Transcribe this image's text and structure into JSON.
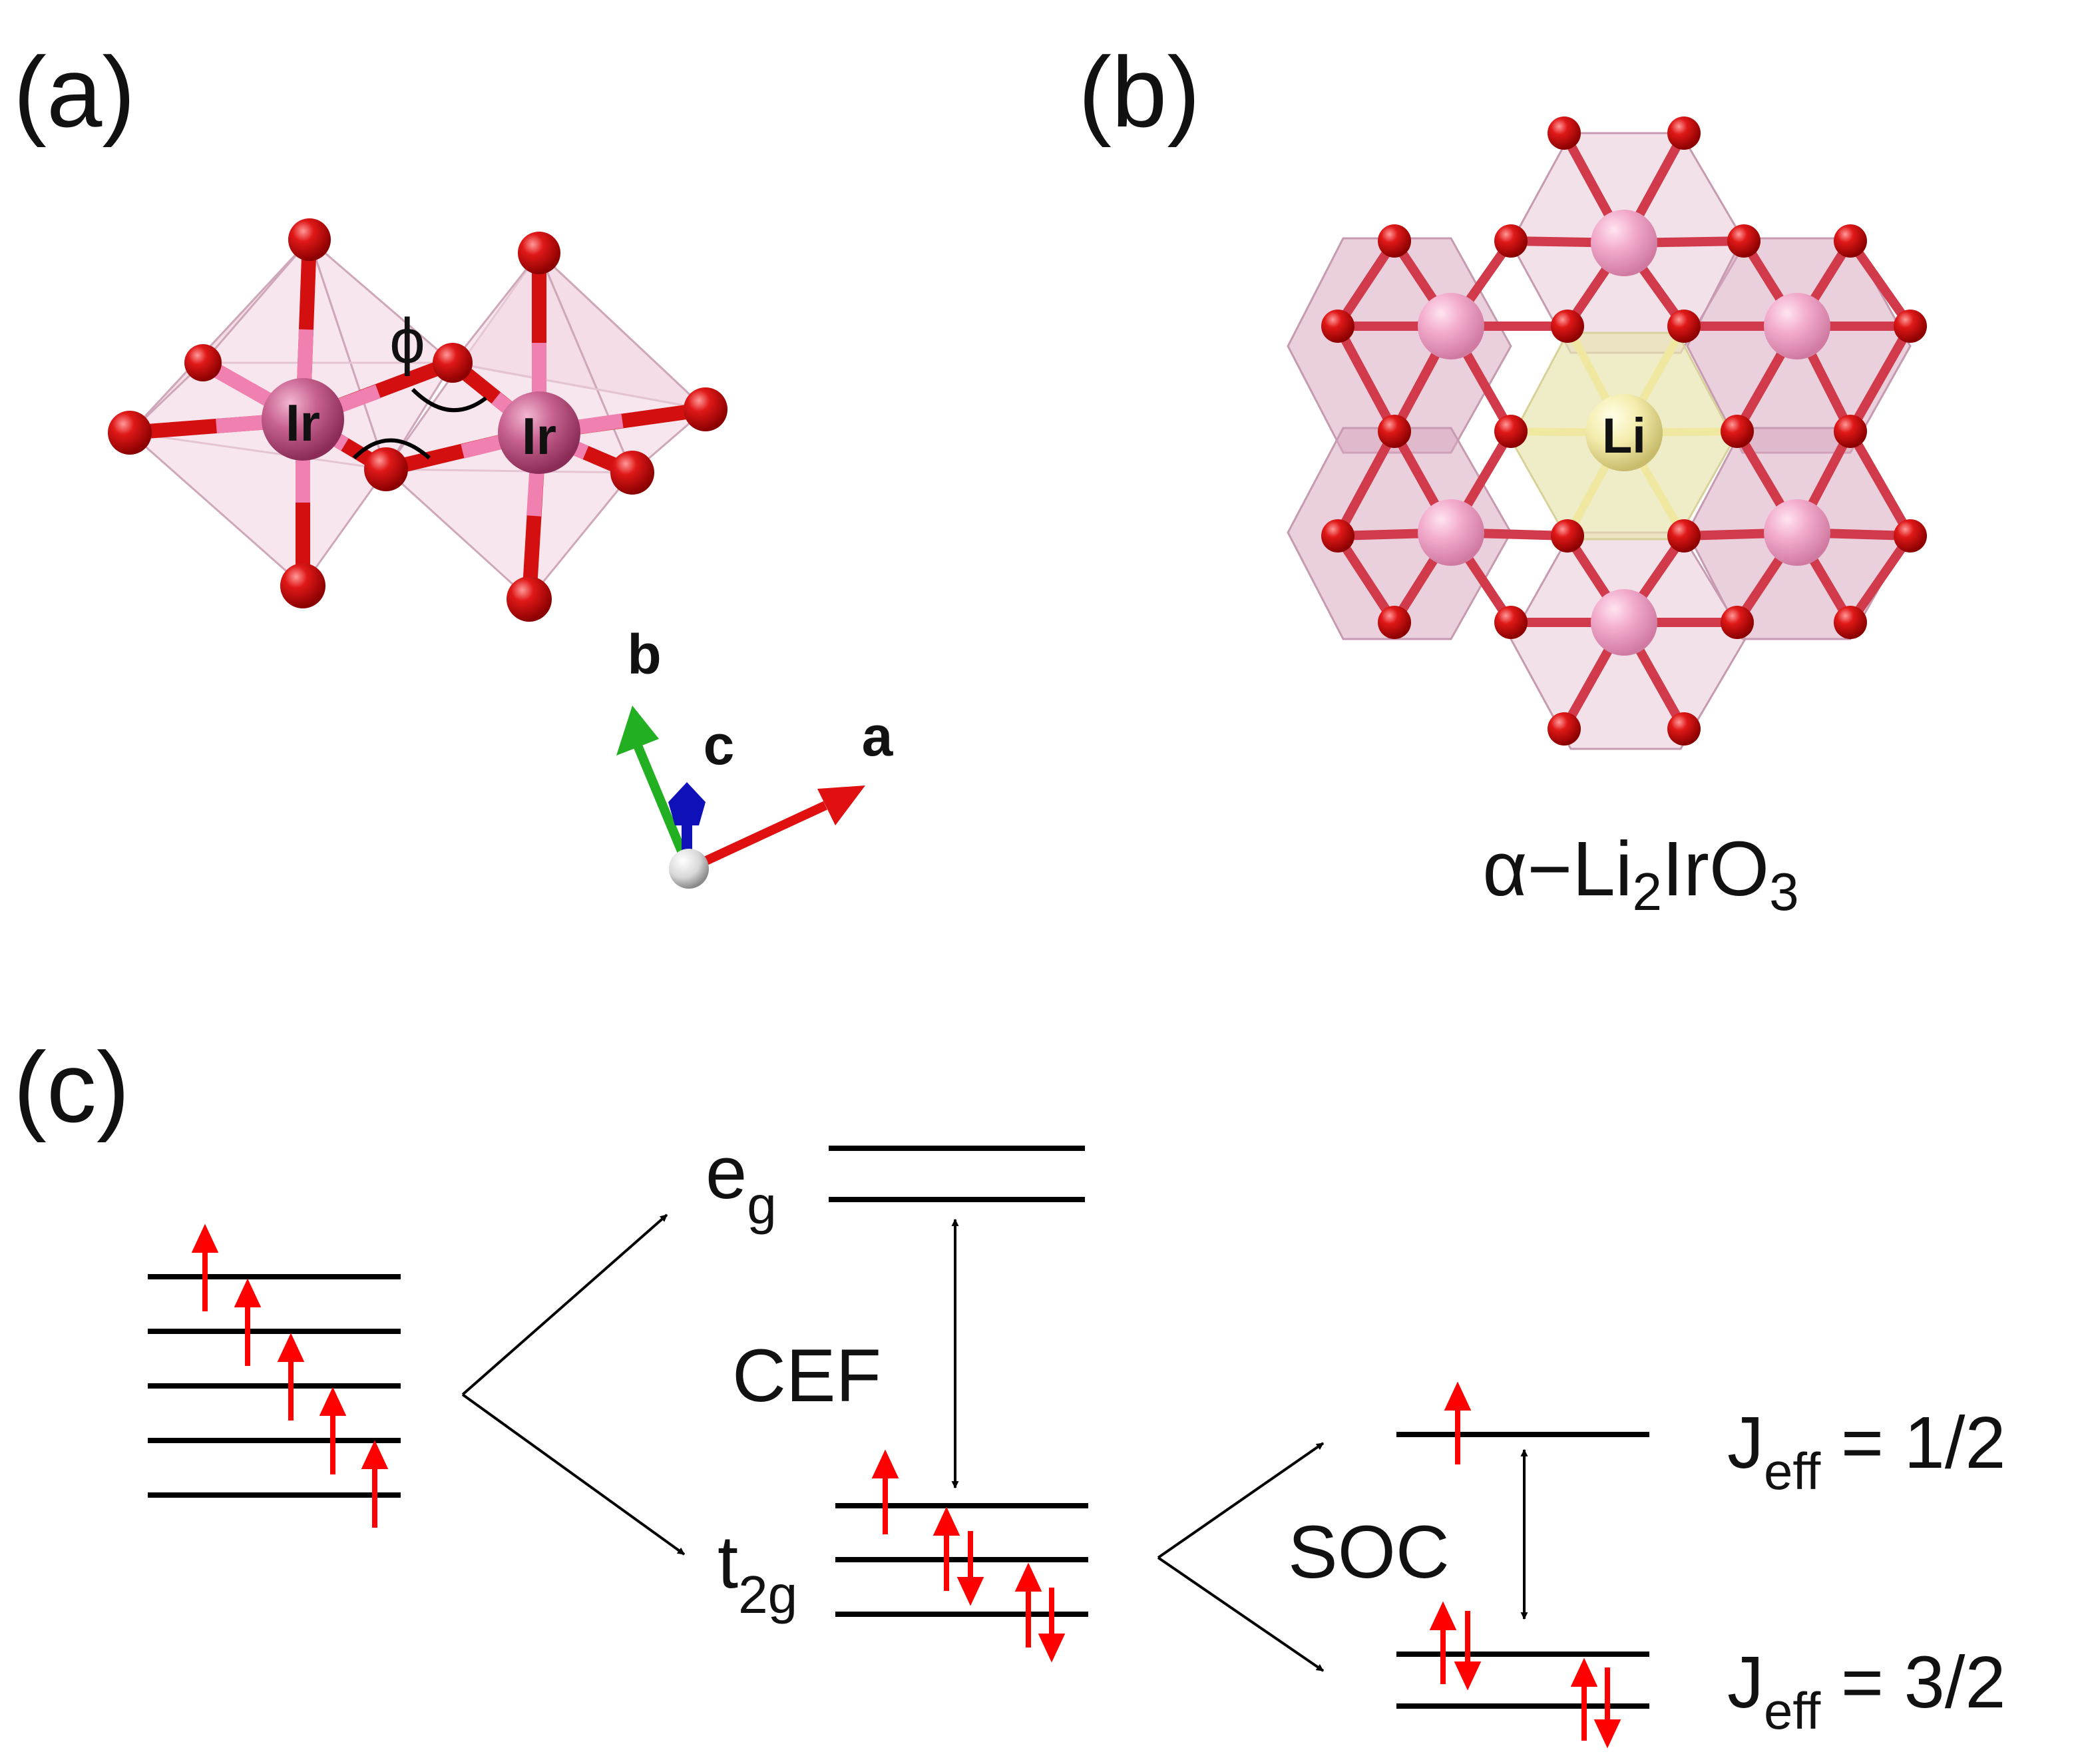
{
  "panel_labels": {
    "a": "(a)",
    "b": "(b)",
    "c": "(c)"
  },
  "panel_a": {
    "atom_label_left": "Ir",
    "atom_label_right": "Ir",
    "angle_symbol": "ϕ",
    "axes": {
      "a": "a",
      "b": "b",
      "c": "c"
    }
  },
  "panel_b": {
    "center_label": "Li",
    "formula": {
      "alpha": "α",
      "dash": "−",
      "li": "Li",
      "sub1": "2",
      "ir": "IrO",
      "sub2": "3"
    }
  },
  "panel_c": {
    "eg": {
      "main": "e",
      "sub": "g"
    },
    "t2g": {
      "main": "t",
      "sub": "2g"
    },
    "cef": "CEF",
    "soc": "SOC",
    "jeff_half": {
      "main": "J",
      "sub": "eff",
      "rest": " = 1/2"
    },
    "jeff_three_half": {
      "main": "J",
      "sub": "eff",
      "rest": " = 3/2"
    }
  },
  "colors": {
    "oxygen": "#d40f0f",
    "iridium_a": "#c25a8a",
    "iridium_b": "#f0a8c8",
    "lithium": "#f4ecac",
    "octahedron_fill": "#f2d8e4",
    "spin_arrow": "#ff0000",
    "level_line": "#000000",
    "axis_a": "#e01010",
    "axis_b": "#22b022",
    "axis_c": "#1010b8"
  }
}
